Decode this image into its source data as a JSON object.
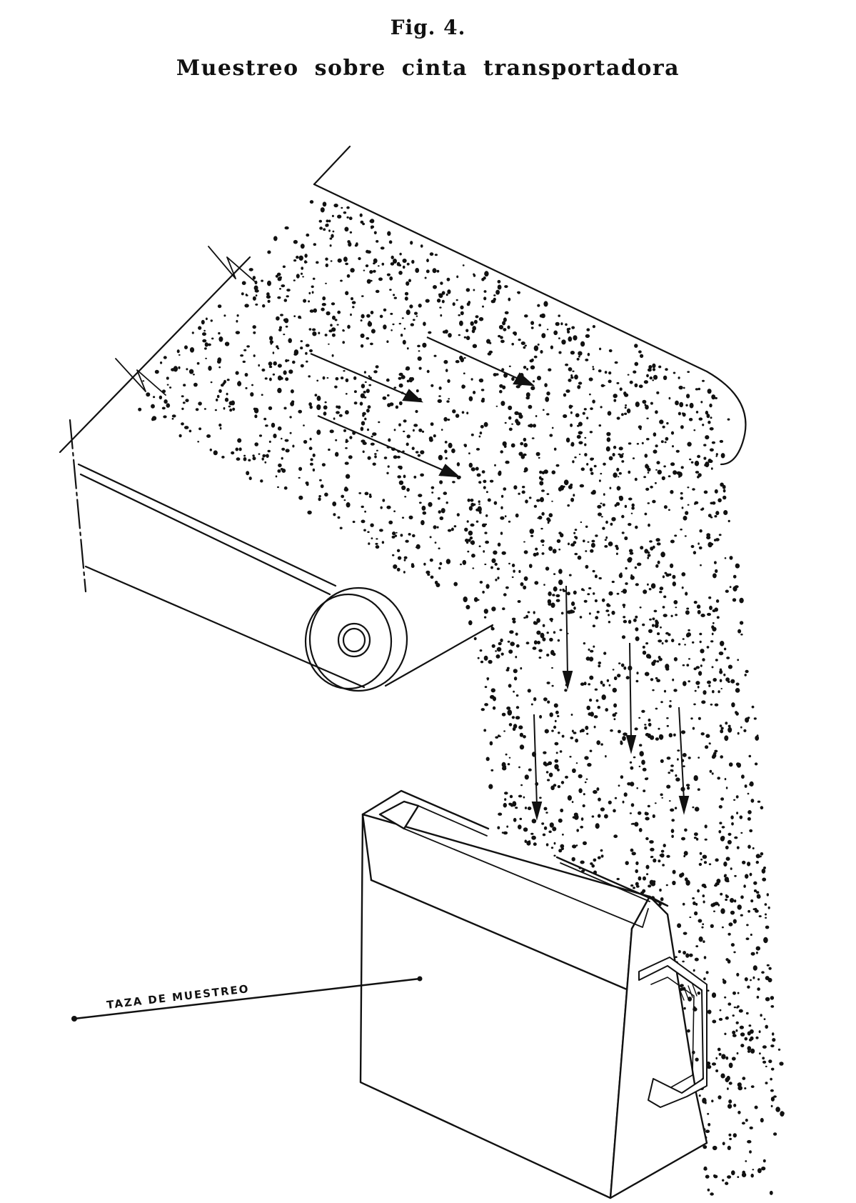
{
  "figure": {
    "number_label": "Fig. 4.",
    "title": "Muestreo sobre cinta transportadora"
  },
  "labels": {
    "sampling_cup": "TAZA DE MUESTREO"
  },
  "colors": {
    "ink": "#111111",
    "paper": "#ffffff"
  }
}
